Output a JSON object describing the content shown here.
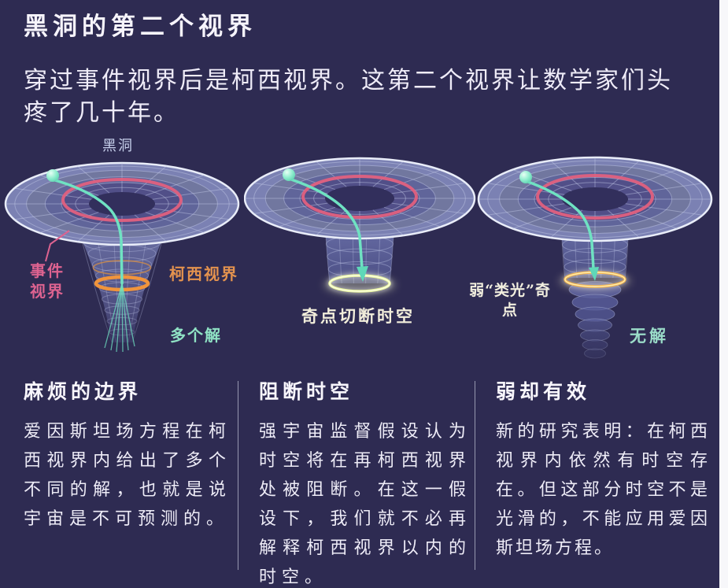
{
  "header": {
    "title": "黑洞的第二个视界",
    "intro": "穿过事件视界后是柯西视界。这第二个视界让数学家们头疼了几十年。"
  },
  "diagram": {
    "labels": {
      "black_hole": "黑洞",
      "event_horizon": "事件视界",
      "cauchy_horizon": "柯西视界",
      "multiple_solutions": "多个解",
      "singularity_cut": "奇点切断时空",
      "weak_null": "弱“类光”奇点",
      "no_solution": "无解"
    },
    "colors": {
      "background": "#2e2b52",
      "event_horizon_pink": "#e0607e",
      "cauchy_orange": "#f0943c",
      "trajectory_teal": "#6fe2c2",
      "singularity_glow": "#e9f59b",
      "weak_singularity_gold": "#f6b44a",
      "label_teal": "#8fe2c4",
      "label_cream": "#f2eedb"
    }
  },
  "columns": [
    {
      "heading": "麻烦的边界",
      "body": "爱因斯坦场方程在柯西视界内给出了多个不同的解，也就是说宇宙是不可预测的。"
    },
    {
      "heading": "阻断时空",
      "body": "强宇宙监督假设认为时空将在再柯西视界处被阻断。在这一假设下，我们就不必再解释柯西视界以内的时空。"
    },
    {
      "heading": "弱却有效",
      "body": "新的研究表明：在柯西视界内依然有时空存在。但这部分时空不是光滑的，不能应用爱因斯坦场方程。"
    }
  ]
}
